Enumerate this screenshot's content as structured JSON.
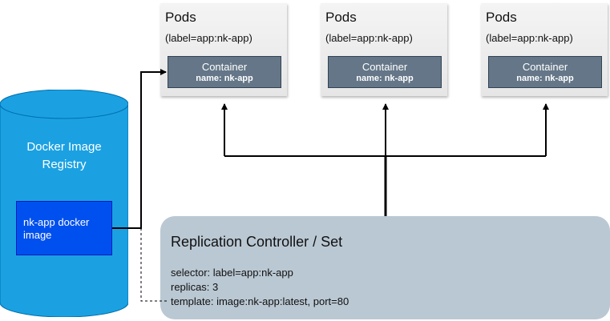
{
  "pods": [
    {
      "title": "Pods",
      "label": "(label=app:nk-app)",
      "container_title": "Container",
      "container_name": "name: nk-app"
    },
    {
      "title": "Pods",
      "label": "(label=app:nk-app)",
      "container_title": "Container",
      "container_name": "name: nk-app"
    },
    {
      "title": "Pods",
      "label": "(label=app:nk-app)",
      "container_title": "Container",
      "container_name": "name: nk-app"
    }
  ],
  "registry": {
    "title_line1": "Docker Image",
    "title_line2": "Registry",
    "image_line1": "nk-app docker",
    "image_line2": "image"
  },
  "replication_controller": {
    "title": "Replication Controller / Set",
    "selector": "selector: label=app:nk-app",
    "replicas": "replicas: 3",
    "template": "template: image:nk-app:latest, port=80"
  },
  "colors": {
    "registry_fill": "#1ba1e2",
    "image_fill": "#0050ef",
    "container_fill": "#647687",
    "controller_fill": "#bac8d3"
  }
}
